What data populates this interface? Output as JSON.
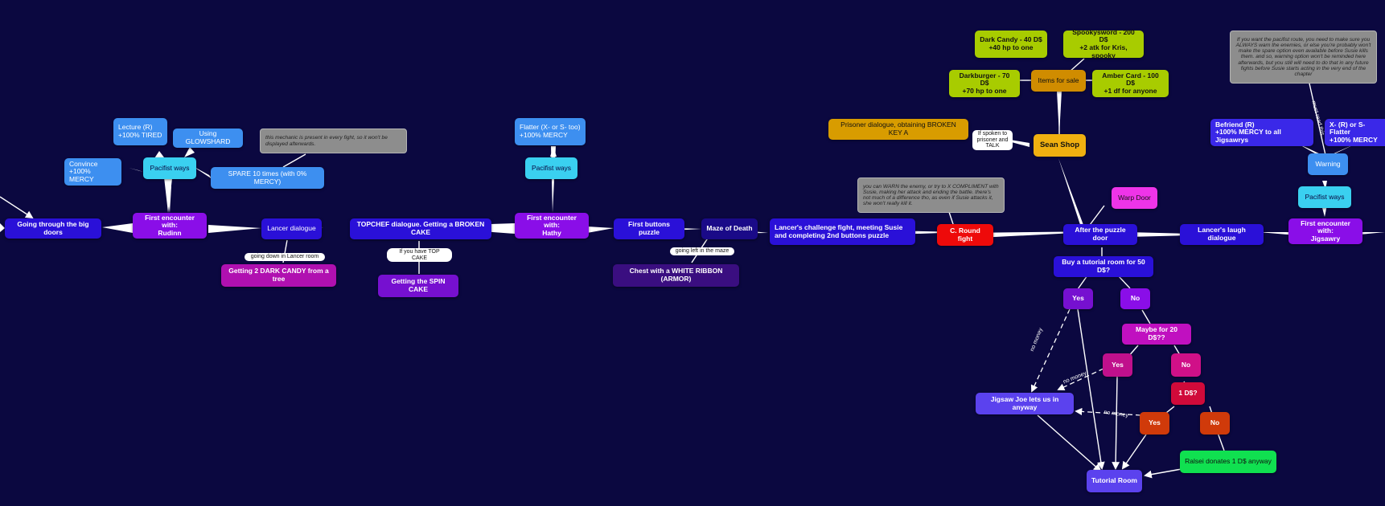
{
  "nodes": {
    "big_doors": "Going through the big doors",
    "rudinn_encounter": "First encounter with:\nRudinn",
    "rudinn_pacifist": "Pacifist ways",
    "lecture": "Lecture (R)\n+100% TIRED",
    "glowshard": "Using GLOWSHARD",
    "convince": "Convince\n+100% MERCY",
    "spare_10": "SPARE 10 times (with 0% MERCY)",
    "mechanic_note": "this mechanic is present in every fight, so it won't be displayed afterwards.",
    "lancer_dialogue": "Lancer dialogue",
    "dark_candy_tree": "Getting 2 DARK CANDY from a tree",
    "topchef": "TOPCHEF dialogue. Getting a BROKEN CAKE",
    "spin_cake": "Getting the SPIN CAKE",
    "hathy_encounter": "First encounter with:\nHathy",
    "hathy_pacifist": "Pacifist ways",
    "flatter": "Flatter (X- or S- too)\n+100% MERCY",
    "first_buttons": "First buttons puzzle",
    "maze": "Maze of Death",
    "white_ribbon": "Chest with a WHITE RIBBON (ARMOR)",
    "lancer_challenge": "Lancer's challenge fight, meeting Susie and completing 2nd buttons puzzle",
    "warn_note": "you can WARN the enemy, or try to X COMPLIMENT with Susie, making her attack and ending the battle. there's not much of a difference tho, as even if Susie attacks it, she won't really kill it.",
    "c_round": "C. Round fight",
    "prisoner": "Prisoner dialogue, obtaining BROKEN KEY A",
    "sean_shop": "Sean Shop",
    "items_sale": "Items for sale",
    "dark_candy": "Dark Candy - 40 D$\n+40 hp to one",
    "spookysword": "Spookysword - 200 D$\n+2 atk for Kris, spooky",
    "darkburger": "Darkburger - 70 D$\n+70 hp to one",
    "amber_card": "Amber Card - 100 D$\n+1 df for anyone",
    "warp_door": "Warp Door",
    "after_puzzle": "After the puzzle door",
    "buy_tutorial": "Buy a tutorial room for 50 D$?",
    "yes1": "Yes",
    "no1": "No",
    "maybe20": "Maybe for 20 D$??",
    "yes2": "Yes",
    "no2": "No",
    "one_ds": "1 D$?",
    "yes3": "Yes",
    "no3": "No",
    "jigsaw_joe": "Jigsaw Joe lets us in anyway",
    "ralsei_donates": "Ralsei donates 1 D$ anyway",
    "tutorial_room": "Tutorial Room",
    "lancer_laugh": "Lancer's laugh dialogue",
    "jigsawry_encounter": "First encounter with:\nJigsawry",
    "jigsawry_pacifist": "Pacifist ways",
    "warning": "Warning",
    "befriend": "Befriend (R)\n+100% MERCY to all Jigsawrys",
    "x_flatter": "X- (R) or S-Flatter\n+100% MERCY",
    "pacifist_note": "If you want the pacifist route, you need to make sure you ALWAYS warn the enemies, or else you're probably won't make the spare option even available before Susie kills them. and so, warning option won't be reminded here afterwards, but you still will need to do that in any future fights before Susie starts acting in the very end of the chapter"
  },
  "edge_labels": {
    "lancer_room": "going down in Lancer room",
    "top_cake": "If you have TOP CAKE",
    "maze_left": "going left in the maze",
    "prisoner_talk": "If spoken to\nprisoner and\nTALK",
    "must_read": "must read this",
    "no_money_1": "no money",
    "no_money_2": "no money",
    "no_money_3": "no money"
  },
  "colors": {
    "background": "#0b0840",
    "edge": "#ffffff",
    "blue": "#2a10d8",
    "purple": "#8a0ee8",
    "cyan": "#3ad0f0",
    "sky": "#3d8ff0",
    "magenta": "#c010c0",
    "red": "#ee0a0a",
    "gold": "#f0b010",
    "lime": "#a8cc00",
    "green": "#10e050",
    "note_gray": "#8d8d8d"
  }
}
